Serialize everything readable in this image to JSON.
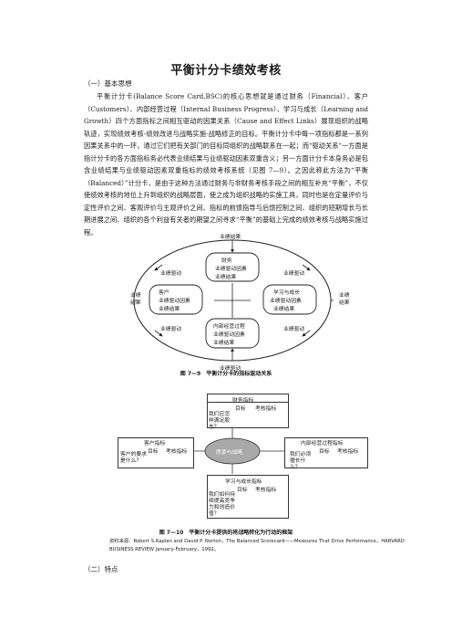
{
  "doc": {
    "title": "平衡计分卡绩效考核",
    "section1": "（一）基本思想",
    "paragraph": "平衡计分卡(Balance Score Card,BSC)的核心思想就是通过财务（Financial）、客户（Customers）、内部经营过程（Internal Business Progress）、学习与成长（Learning and Growth）四个方面指标之间相互驱动的因果关系（Cause and Effect Links）展现组织的战略轨迹，实现绩效考核-绩效改进与战略实施-战略修正的目标。平衡计分卡中每一项指标都是一系列因果关系中的一环，通过它们把有关部门的目标同组织的战略联系在一起；而\"驱动关系\"一方面是指计分卡的各方面指标务必代表业绩结果与业绩驱动因素双重含义；另一方面计分卡本身务必是包含业绩结果与业绩驱动因素双重指标的绩效考核系统（见图 7—9）。之因此称此方法为“平衡（Balanced）”计分卡，是由于这种方法通过财务与非财务考核手段之间的相互补充“平衡”，不仅使绩效考核的地位上升到组织的战略层面，使之成为组织战略的实施工具，同时也是在定量评价与定性评价之间、客观评价与主观评价之间、指标的前馈指导与后馈控制之间、组织的短期增长与长期进展之间、组织的各个利益有关者的期望之间寻求“平衡”的基础上完成的绩效考核与战略实施过程。",
    "section2": "（二）特点"
  },
  "figure1": {
    "caption": "图 7—9　平衡计分卡的指标驱动关系",
    "top_label": "业绩结果",
    "bottom_label": "业绩驱动",
    "left_label": "业绩\n结果",
    "right_label": "业绩\n结果",
    "arrow_tl": "业绩驱动",
    "arrow_tr": "业绩驱动",
    "arrow_bl": "业绩驱动",
    "arrow_br": "业绩驱动",
    "finance": [
      "财务",
      "业绩驱动因素",
      "业绩结果"
    ],
    "customer": [
      "客户",
      "业绩驱动因素",
      "业绩结果"
    ],
    "learning": [
      "学习与成长",
      "业绩驱动因素",
      "业绩结果"
    ],
    "internal": [
      "内部经营过程",
      "业绩驱动因素",
      "业绩结果"
    ]
  },
  "figure2": {
    "caption": "图 7—10　平衡计分卡提供的将战略转化为行动的框架",
    "source": "资料来源：Robert S.Kaplan and David P. Norton，The Balanced Scorecard——Measures That Drive Performance，HARVARD BUSINESS REVIEW January-February，1992。",
    "center": "愿景与战略",
    "finance": {
      "title": "财务指标",
      "q": "我们应怎样满足股东？",
      "col1": "目标",
      "col2": "考核指标"
    },
    "customer": {
      "title": "客户指标",
      "q": "客户的要求是什么？",
      "col1": "目标",
      "col2": "考核指标"
    },
    "internal": {
      "title": "内部经营过程指标",
      "q": "我们必须擅长什么？",
      "col1": "目标",
      "col2": "考核指标"
    },
    "learning": {
      "title": "学习与成长指标",
      "q": "我们如何持续提高竞争力和创造价值？",
      "col1": "目标",
      "col2": "考核指标"
    }
  }
}
